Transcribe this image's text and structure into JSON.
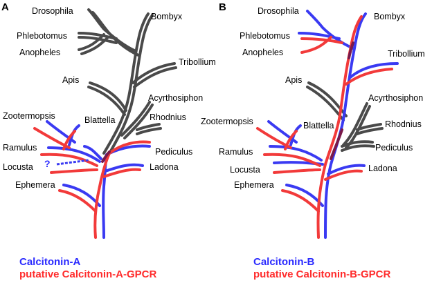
{
  "colors": {
    "calcitonin": "#3a3af2",
    "gpcr": "#f23a3a",
    "absent": "#4a4a4a",
    "dark_red": "#7a1a4a"
  },
  "panels": [
    {
      "letter": "A",
      "legend_1": "Calcitonin-A",
      "legend_2": "putative Calcitonin-A-GPCR",
      "unknown_marker": "?",
      "taxa": {
        "drosophila": "Drosophila",
        "bombyx": "Bombyx",
        "phlebotomus": "Phlebotomus",
        "anopheles": "Anopheles",
        "tribolium": "Tribollium",
        "apis": "Apis",
        "acyrthosiphon": "Acyrthosiphon",
        "rhodnius": "Rhodnius",
        "zootermopsis": "Zootermopsis",
        "blattella": "Blattella",
        "ramulus": "Ramulus",
        "pediculus": "Pediculus",
        "locusta": "Locusta",
        "ladona": "Ladona",
        "ephemera": "Ephemera"
      }
    },
    {
      "letter": "B",
      "legend_1": "Calcitonin-B",
      "legend_2": "putative Calcitonin-B-GPCR",
      "taxa": {
        "drosophila": "Drosophila",
        "bombyx": "Bombyx",
        "phlebotomus": "Phlebotomus",
        "anopheles": "Anopheles",
        "tribolium": "Tribollium",
        "apis": "Apis",
        "acyrthosiphon": "Acyrthosiphon",
        "rhodnius": "Rhodnius",
        "zootermopsis": "Zootermopsis",
        "blattella": "Blattella",
        "ramulus": "Ramulus",
        "pediculus": "Pediculus",
        "locusta": "Locusta",
        "ladona": "Ladona",
        "ephemera": "Ephemera"
      }
    }
  ]
}
